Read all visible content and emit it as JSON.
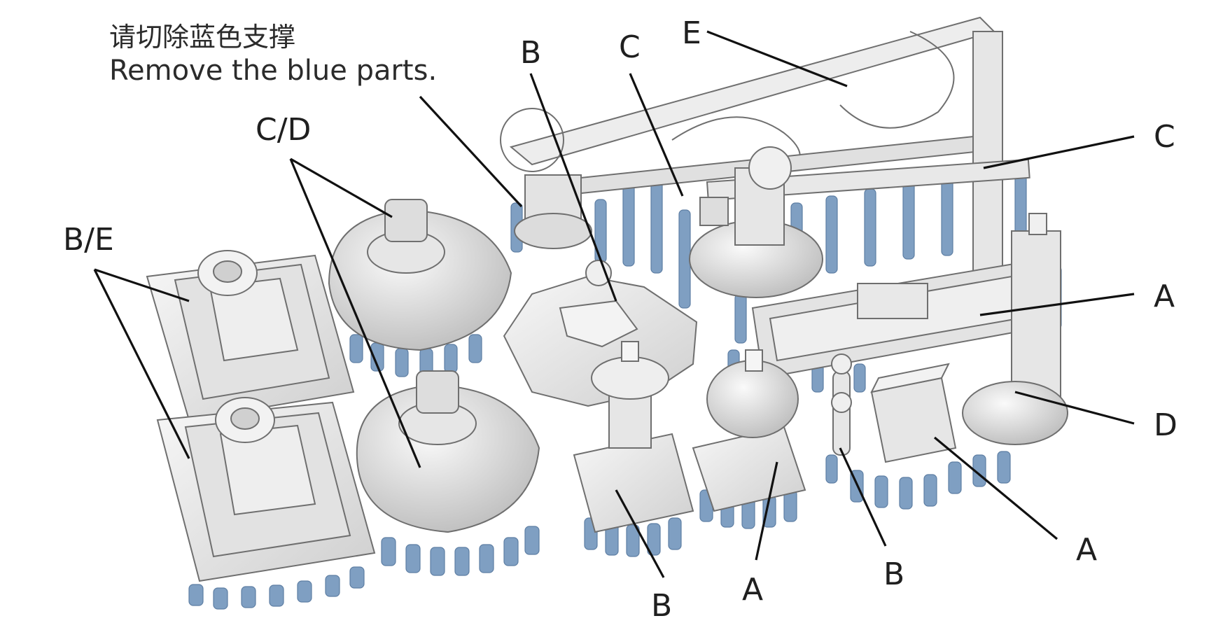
{
  "instructions": {
    "zh": "请切除蓝色支撑",
    "en": "Remove the blue parts."
  },
  "colors": {
    "part_fill": "#e9e9e9",
    "part_shade": "#cfcfcf",
    "support_blue": "#7f9fc2",
    "leader_line": "#111111"
  },
  "labels": {
    "be": "B/E",
    "cd": "C/D",
    "b_top": "B",
    "c_top": "C",
    "e_top": "E",
    "c_right": "C",
    "a_right": "A",
    "d_right": "D",
    "a_bottom_right": "A",
    "b_bottom_mid": "B",
    "a_bottom_mid": "A",
    "b_bottom_left": "B"
  }
}
